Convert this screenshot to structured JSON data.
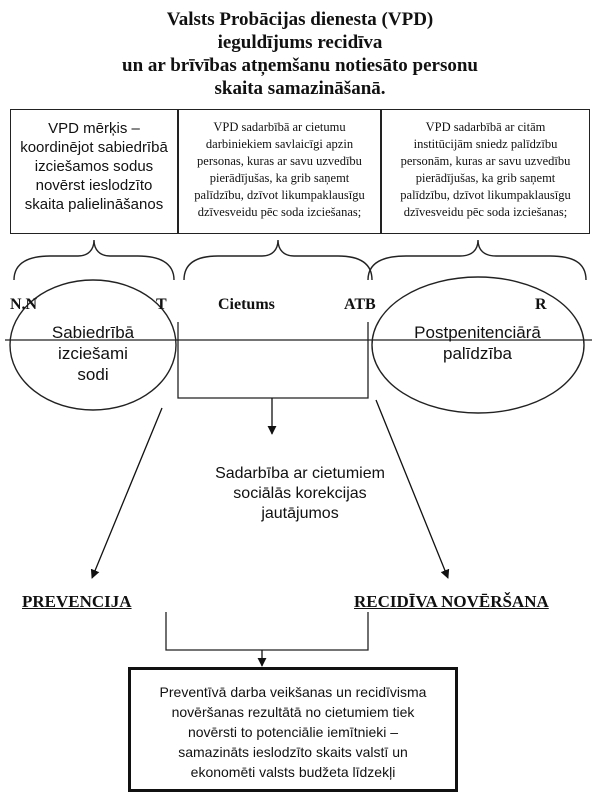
{
  "title": {
    "line1": "Valsts Probācijas dienesta (VPD)",
    "line2": "ieguldījums recidīva",
    "line3": "un ar brīvības atņemšanu notiesāto personu",
    "line4": "skaita samazināšanā."
  },
  "boxes": {
    "box1": [
      "VPD mērķis –",
      "koordinējot sabiedrībā",
      "izciešamos sodus",
      "novērst ieslodzīto",
      "skaita palielināšanos"
    ],
    "box2": [
      "VPD sadarbībā ar cietumu",
      "darbiniekiem  savlaicīgi apzin",
      "personas, kuras ar savu uzvedību",
      "pierādījušas, ka grib saņemt",
      "palīdzību, dzīvot likumpaklausīgu",
      "dzīvesveidu pēc soda izciešanas;"
    ],
    "box3": [
      "VPD sadarbībā ar citām",
      "institūcijām sniedz palīdzību",
      "personām, kuras ar savu uzvedību",
      "pierādījušas, ka grib saņemt",
      "palīdzību, dzīvot likumpaklausīgu",
      "dzīvesveidu pēc soda izciešanas;"
    ]
  },
  "axis_labels": {
    "nn": "N.N",
    "t": "T",
    "cietums": "Cietums",
    "atb": "ATB",
    "r": "R"
  },
  "left_oval": [
    "Sabiedrībā",
    "izciešami",
    "sodi"
  ],
  "right_oval": [
    "Postpenitenciārā",
    "palīdzība"
  ],
  "middle_text": [
    "Sadarbība ar cietumiem",
    "sociālās korekcijas",
    "jautājumos"
  ],
  "prevencija": "PREVENCIJA",
  "recidiva": "RECIDĪVA NOVĒRŠANA",
  "final_box": [
    "Preventīvā darba veikšanas un recidīvisma",
    "novēršanas rezultātā no cietumiem tiek",
    "novērsti to potenciālie iemītnieki –",
    "samazināts ieslodzīto skaits valstī un",
    "ekonomēti valsts budžeta līdzekļi"
  ]
}
